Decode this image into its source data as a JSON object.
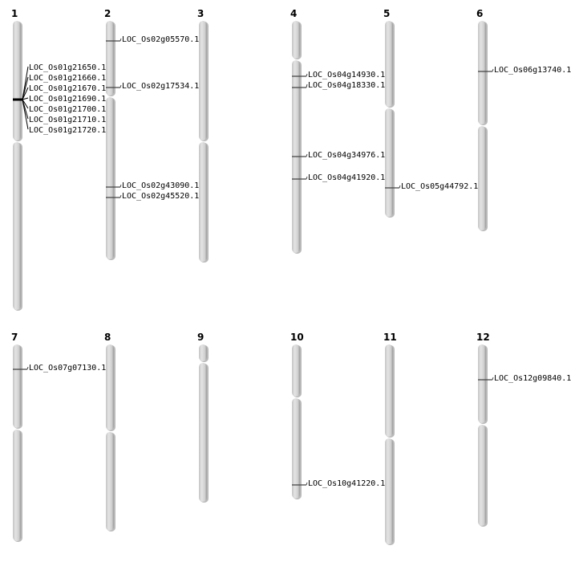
{
  "chromosomes": [
    {
      "name": "1",
      "genes": [
        "LOC_Os01g21650.1",
        "LOC_Os01g21660.1",
        "LOC_Os01g21670.1",
        "LOC_Os01g21690.1",
        "LOC_Os01g21700.1",
        "LOC_Os01g21710.1",
        "LOC_Os01g21720.1"
      ]
    },
    {
      "name": "2",
      "genes": [
        "LOC_Os02g05570.1",
        "LOC_Os02g17534.1",
        "LOC_Os02g43090.1",
        "LOC_Os02g45520.1"
      ]
    },
    {
      "name": "3",
      "genes": []
    },
    {
      "name": "4",
      "genes": [
        "LOC_Os04g14930.1",
        "LOC_Os04g18330.1",
        "LOC_Os04g34976.1",
        "LOC_Os04g41920.1"
      ]
    },
    {
      "name": "5",
      "genes": [
        "LOC_Os05g44792.1"
      ]
    },
    {
      "name": "6",
      "genes": [
        "LOC_Os06g13740.1"
      ]
    },
    {
      "name": "7",
      "genes": [
        "LOC_Os07g07130.1"
      ]
    },
    {
      "name": "8",
      "genes": []
    },
    {
      "name": "9",
      "genes": []
    },
    {
      "name": "10",
      "genes": [
        "LOC_Os10g41220.1"
      ]
    },
    {
      "name": "11",
      "genes": []
    },
    {
      "name": "12",
      "genes": [
        "LOC_Os12g09840.1"
      ]
    }
  ],
  "colors": {
    "chromosome_light": "#e2e2e2",
    "chromosome_dark": "#b4b4b4",
    "marker": "#444444"
  }
}
